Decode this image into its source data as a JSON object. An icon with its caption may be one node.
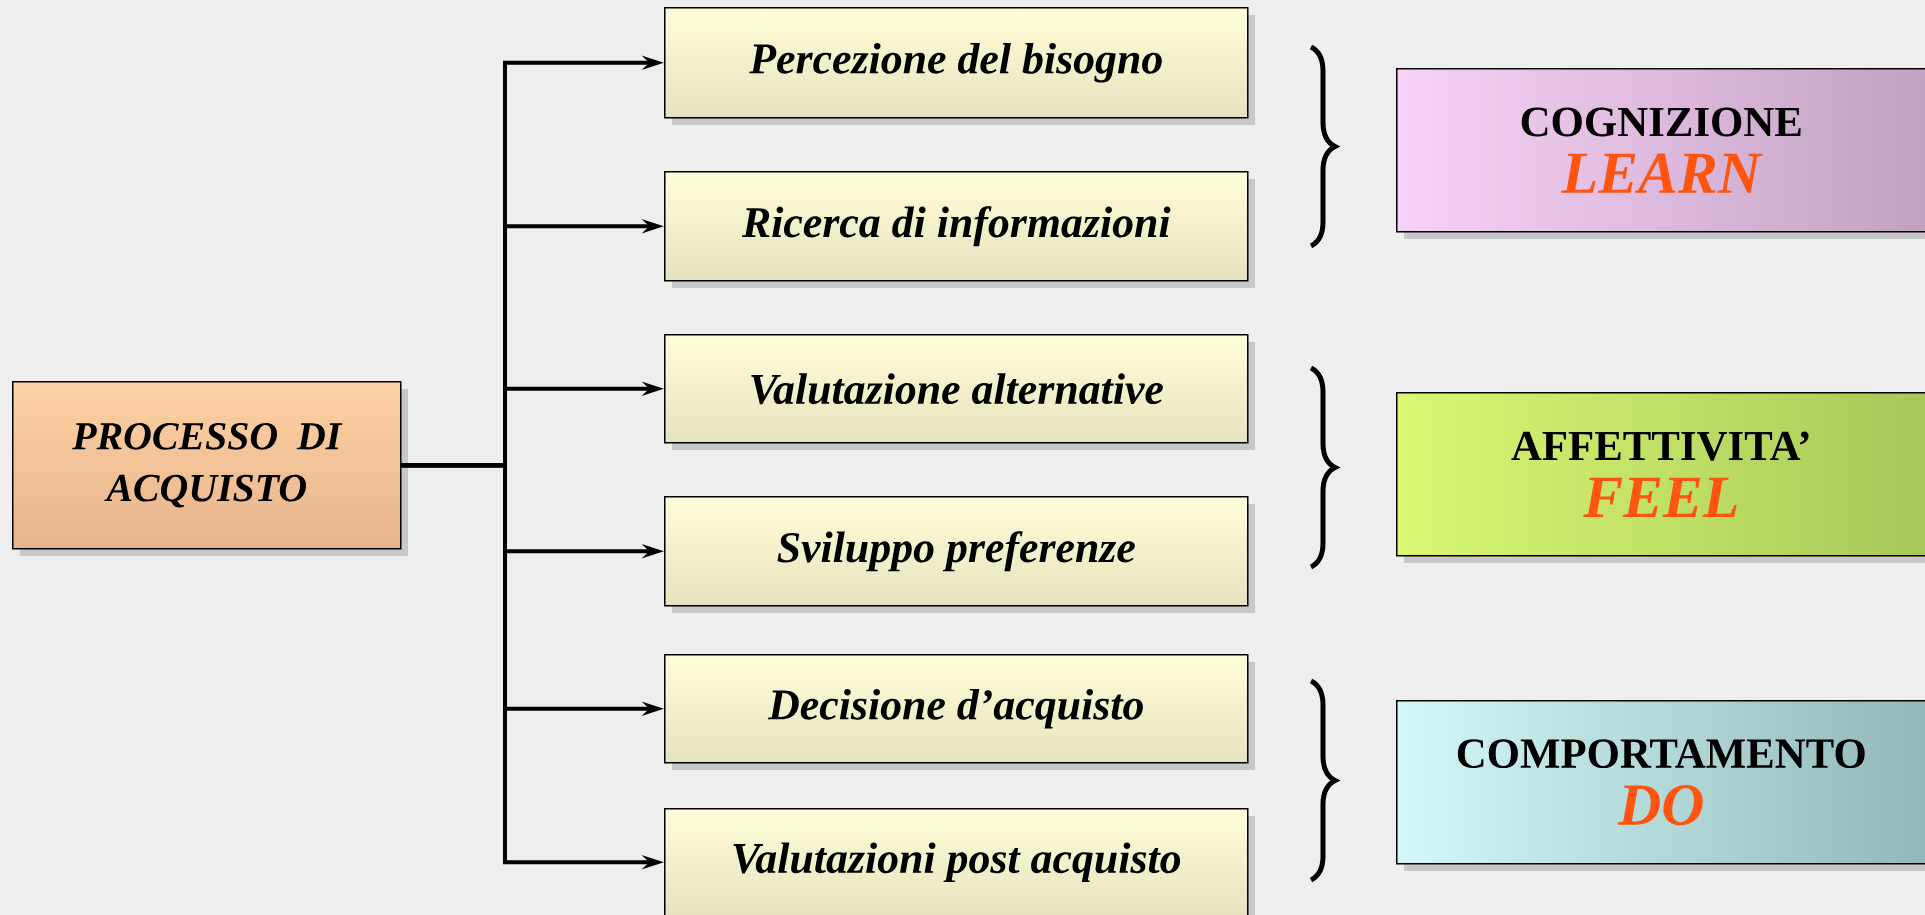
{
  "diagram": {
    "nodes": [
      {
        "text": [
          "PROCESSO DI ACQUISTO"
        ]
      },
      {
        "text": [
          "Percezione del bisogno"
        ]
      },
      {
        "text": [
          "Ricerca di informazioni"
        ]
      },
      {
        "text": [
          "Valutazione alternative"
        ]
      },
      {
        "text": [
          "Sviluppo preferenze"
        ]
      },
      {
        "text": [
          "Decisione d’acquisto"
        ]
      },
      {
        "text": [
          "Valutazioni post acquisto"
        ]
      },
      {
        "text": [
          "COGNIZIONE",
          "LEARN"
        ]
      },
      {
        "text": [
          "AFFETTIVITA’",
          "FEEL"
        ]
      },
      {
        "text": [
          "COMPORTAMENTO",
          "DO"
        ]
      }
    ],
    "edges": [
      {
        "from": 0,
        "to": 1,
        "arrow": "to"
      },
      {
        "from": 0,
        "to": 2,
        "arrow": "to"
      },
      {
        "from": 0,
        "to": 3,
        "arrow": "to"
      },
      {
        "from": 0,
        "to": 4,
        "arrow": "to"
      },
      {
        "from": 0,
        "to": 5,
        "arrow": "to"
      },
      {
        "from": 0,
        "to": 6,
        "arrow": "to"
      }
    ]
  }
}
